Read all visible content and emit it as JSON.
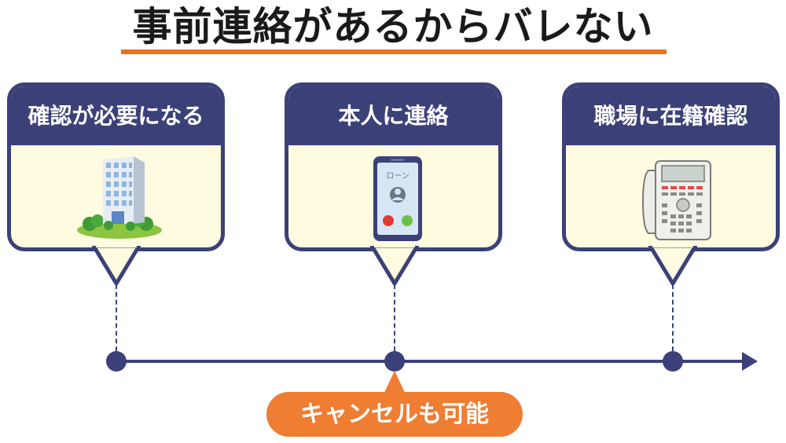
{
  "title": "事前連絡があるからバレない",
  "steps": [
    {
      "label": "確認が必要になる",
      "icon": "office-building-icon"
    },
    {
      "label": "本人に連絡",
      "icon": "smartphone-call-icon",
      "screen_text": "ローン"
    },
    {
      "label": "職場に在籍確認",
      "icon": "office-phone-icon"
    }
  ],
  "callout": {
    "label": "キャンセルも可能"
  },
  "colors": {
    "navy": "#3b4178",
    "orange": "#ef7d32",
    "card_bg": "#fffbe0",
    "underline": "#e8721c"
  }
}
